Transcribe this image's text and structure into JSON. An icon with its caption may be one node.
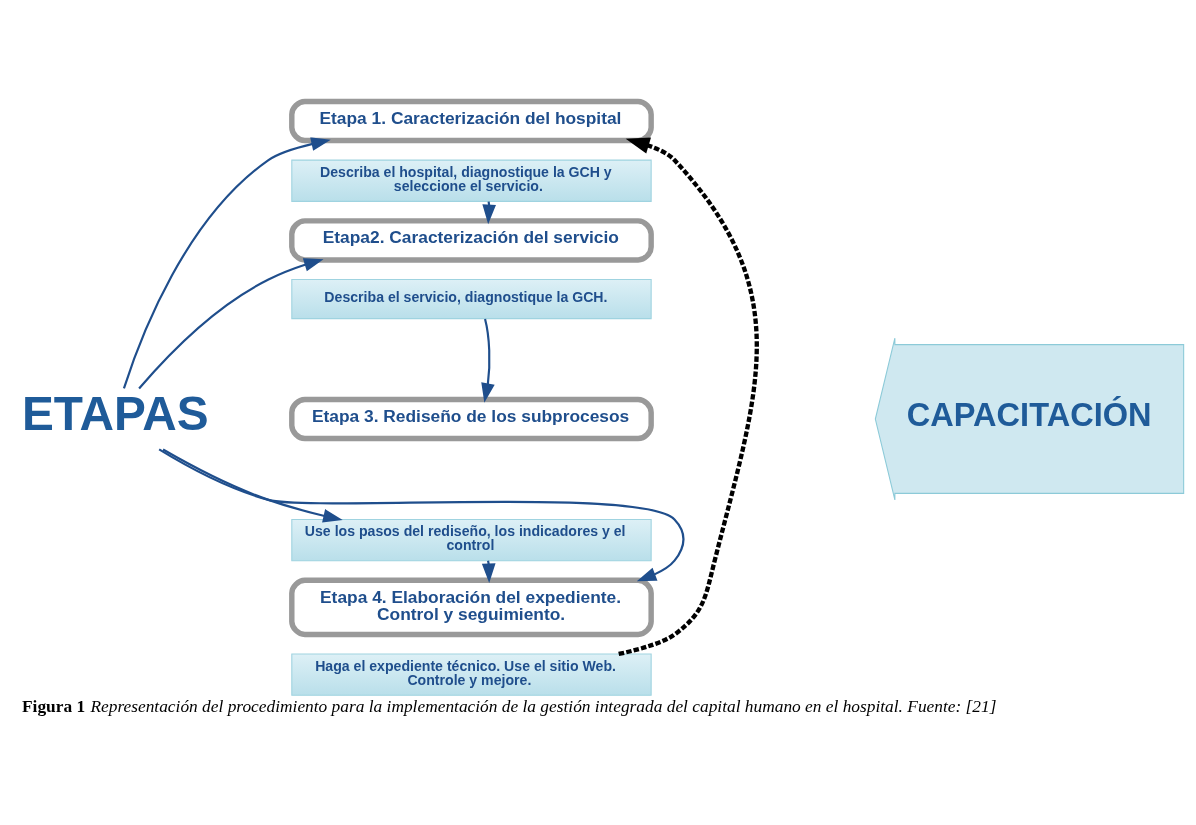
{
  "diagram": {
    "caption": "**Figura 1** Representación del procedimiento para la implementación de la gestión integrada del capital humano en el hospital. Fuente: [21]",
    "nodes": [
      {
        "text": [
          "ETAPAS"
        ]
      },
      {
        "text": [
          "Etapa 1. Caracterización del hospital"
        ]
      },
      {
        "text": [
          "Describa el hospital, diagnostique la GCH y seleccione el servicio."
        ]
      },
      {
        "text": [
          "Etapa2. Caracterización del servicio"
        ]
      },
      {
        "text": [
          "Describa el servicio, diagnostique la GCH."
        ]
      },
      {
        "text": [
          "Etapa 3. Rediseño de los subprocesos"
        ]
      },
      {
        "text": [
          "Use los pasos del rediseño, los indicadores y el control"
        ]
      },
      {
        "text": [
          "Etapa 4. Elaboración del expediente. Control y seguimiento."
        ]
      },
      {
        "text": [
          "Haga el expediente técnico. Use el sitio Web. Controle y mejore."
        ]
      },
      {
        "text": [
          "CAPACITACIÓN"
        ]
      }
    ],
    "edges": [
      {
        "from": 0,
        "to": 1,
        "arrow": "to"
      },
      {
        "from": 0,
        "to": 3,
        "arrow": "to"
      },
      {
        "from": 0,
        "to": 6,
        "arrow": "to"
      },
      {
        "from": 0,
        "to": 7,
        "arrow": "to"
      },
      {
        "from": 2,
        "to": 3,
        "arrow": "to"
      },
      {
        "from": 4,
        "to": 5,
        "arrow": "to"
      },
      {
        "from": 6,
        "to": 7,
        "arrow": "to"
      },
      {
        "from": 8,
        "to": 1,
        "arrow": "to",
        "style": "dashed",
        "color": "#000000"
      }
    ]
  }
}
